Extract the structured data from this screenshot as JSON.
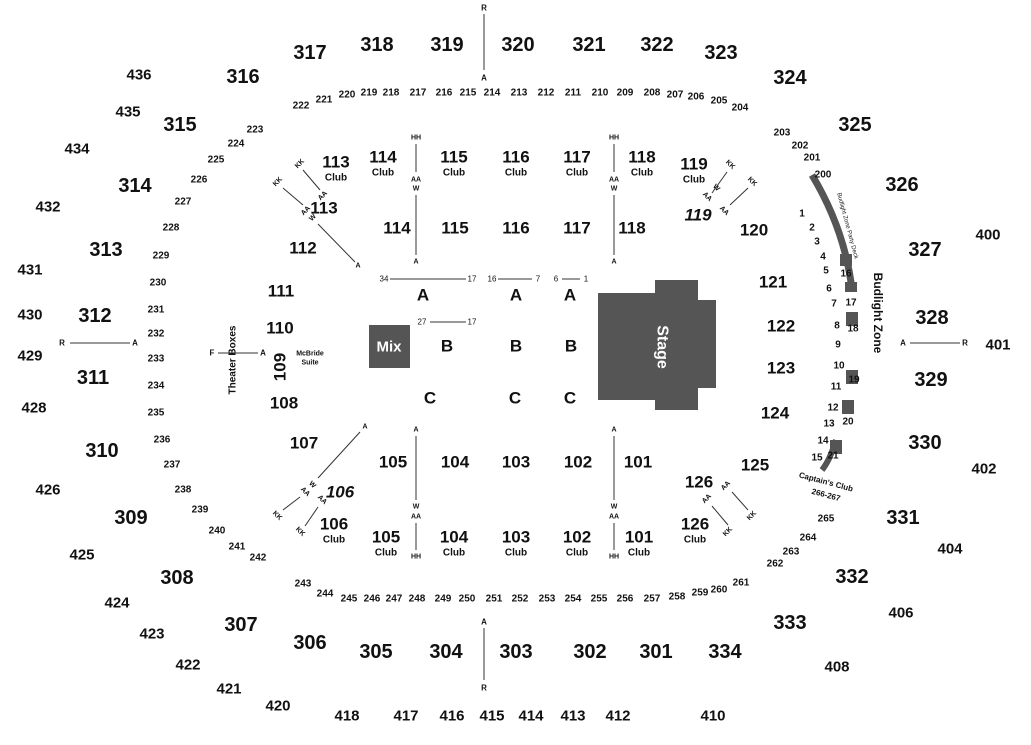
{
  "stage": "Stage",
  "mix": "Mix",
  "theater_boxes": "Theater Boxes",
  "mcbride_suite": "McBride Suite",
  "budlight_zone": "Budlight Zone",
  "budlight_party_deck": "Budlight Zone Party Deck",
  "captains_club": "Captain's Club",
  "captains_club_range": "266-267",
  "colors": {
    "stage_fill": "#555555",
    "mix_fill": "#555555",
    "text": "#111111",
    "line": "#333333"
  },
  "sections_400": [
    "436",
    "435",
    "434",
    "432",
    "431",
    "430",
    "429",
    "428",
    "426",
    "425",
    "424",
    "423",
    "422",
    "421",
    "420",
    "418",
    "417",
    "416",
    "415",
    "414",
    "413",
    "412",
    "410",
    "408",
    "406",
    "404",
    "402",
    "401",
    "400"
  ],
  "sections_300": [
    "317",
    "318",
    "319",
    "320",
    "321",
    "322",
    "323",
    "324",
    "325",
    "326",
    "327",
    "328",
    "329",
    "330",
    "331",
    "332",
    "333",
    "334",
    "301",
    "302",
    "303",
    "304",
    "305",
    "306",
    "307",
    "308",
    "309",
    "310",
    "311",
    "312",
    "313",
    "314",
    "315",
    "316"
  ],
  "sections_200": [
    "222",
    "221",
    "220",
    "219",
    "218",
    "217",
    "216",
    "215",
    "214",
    "213",
    "212",
    "211",
    "210",
    "209",
    "208",
    "207",
    "206",
    "205",
    "204",
    "203",
    "202",
    "201",
    "200",
    "223",
    "224",
    "225",
    "226",
    "227",
    "228",
    "229",
    "230",
    "231",
    "232",
    "233",
    "234",
    "235",
    "236",
    "237",
    "238",
    "239",
    "240",
    "241",
    "242",
    "243",
    "244",
    "245",
    "246",
    "247",
    "248",
    "249",
    "250",
    "251",
    "252",
    "253",
    "254",
    "255",
    "256",
    "257",
    "258",
    "259",
    "260",
    "261",
    "262",
    "263",
    "264",
    "265"
  ],
  "sections_100": [
    "114",
    "115",
    "116",
    "117",
    "118",
    "119",
    "120",
    "121",
    "122",
    "123",
    "124",
    "125",
    "126",
    "101",
    "102",
    "103",
    "104",
    "105",
    "106",
    "107",
    "108",
    "109",
    "110",
    "111",
    "112",
    "113"
  ],
  "club_sections": [
    {
      "num": "113",
      "label": "Club"
    },
    {
      "num": "114",
      "label": "Club"
    },
    {
      "num": "115",
      "label": "Club"
    },
    {
      "num": "116",
      "label": "Club"
    },
    {
      "num": "117",
      "label": "Club"
    },
    {
      "num": "118",
      "label": "Club"
    },
    {
      "num": "119",
      "label": "Club"
    },
    {
      "num": "105",
      "label": "Club"
    },
    {
      "num": "104",
      "label": "Club"
    },
    {
      "num": "103",
      "label": "Club"
    },
    {
      "num": "102",
      "label": "Club"
    },
    {
      "num": "101",
      "label": "Club"
    },
    {
      "num": "106",
      "label": "Club"
    },
    {
      "num": "126",
      "label": "Club"
    }
  ],
  "floor_rows": [
    "A",
    "A",
    "A",
    "B",
    "B",
    "B",
    "C",
    "C",
    "C"
  ],
  "floor_seat_ranges": [
    "34",
    "17",
    "16",
    "7",
    "6",
    "1",
    "27",
    "17"
  ],
  "budlight_numbers": [
    "1",
    "2",
    "3",
    "4",
    "5",
    "6",
    "7",
    "8",
    "9",
    "10",
    "11",
    "12",
    "13",
    "14",
    "15",
    "16",
    "17",
    "18",
    "19",
    "20",
    "21"
  ],
  "row_markers": [
    "R",
    "A",
    "HH",
    "AA",
    "W",
    "A",
    "KK",
    "KK",
    "AA",
    "W",
    "A",
    "F",
    "A",
    "R",
    "A"
  ]
}
